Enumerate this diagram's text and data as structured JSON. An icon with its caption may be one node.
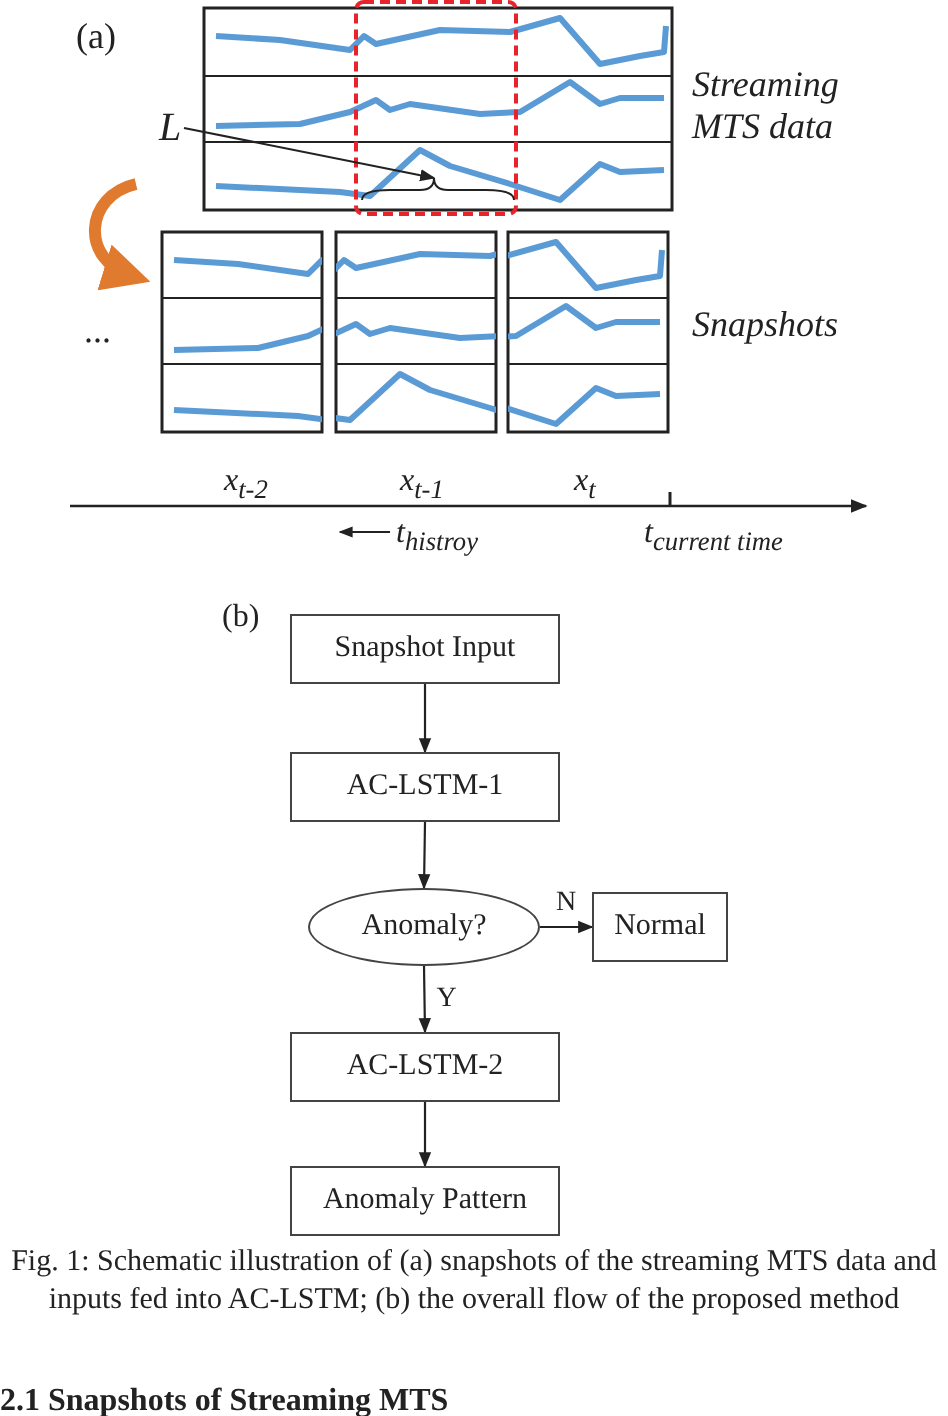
{
  "diagram": {
    "caption": "Fig. 1: Schematic illustration of (a) snapshots of the streaming MTS data and inputs fed into AC-LSTM; (b) the overall flow of the proposed method",
    "nodes": [
      {
        "text": [
          "Snapshot Input"
        ]
      },
      {
        "text": [
          "AC-LSTM-1"
        ]
      },
      {
        "text": [
          "Anomaly?"
        ]
      },
      {
        "text": [
          "Normal"
        ]
      },
      {
        "text": [
          "AC-LSTM-2"
        ]
      },
      {
        "text": [
          "Anomaly Pattern"
        ]
      },
      {
        "text": [
          "L"
        ]
      },
      {
        "text": [],
        "shape": "bracket"
      }
    ],
    "edges": [
      {
        "from": 0,
        "to": 1,
        "arrow": "to"
      },
      {
        "from": 1,
        "to": 2,
        "arrow": "to"
      },
      {
        "from": 2,
        "to": 3,
        "arrow": "to",
        "label": "N"
      },
      {
        "from": 2,
        "to": 4,
        "arrow": "to",
        "label": "Y"
      },
      {
        "from": 4,
        "to": 5,
        "arrow": "to"
      },
      {
        "from": 6,
        "to": 7,
        "arrow": "to"
      }
    ],
    "labels": [
      "(a)",
      "Streaming MTS data",
      "...",
      "Snapshots",
      "x$_{t-2}$",
      "x$_{t-1}$",
      "x$_{t}$",
      "t$_{histroy}$",
      "t$_{current time}$",
      "(b)",
      "2.1 Snapshots of Streaming MTS"
    ]
  }
}
